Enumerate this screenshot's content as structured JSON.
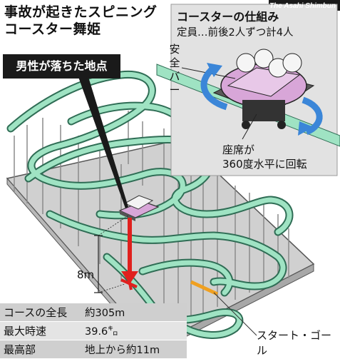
{
  "title": {
    "line1": "事故が起きたスピニング",
    "line2": "コースター舞姫"
  },
  "credit": "The Asahi Shimbun",
  "callout": "男性が落ちた地点",
  "inset": {
    "title": "コースターの仕組み",
    "subtitle": "定員…前後2人ずつ計4人",
    "bar_label": "安全バー",
    "rotation_line1": "座席が",
    "rotation_line2": "360度水平に回転"
  },
  "height_label": "8m",
  "start_label": "スタート・ゴール",
  "stats": [
    {
      "label": "コースの全長",
      "value": "約305m"
    },
    {
      "label": "最大時速",
      "value": "39.6㌔"
    },
    {
      "label": "最高部",
      "value": "地上から約11m"
    }
  ],
  "colors": {
    "track": "#9fe3c3",
    "track_edge": "#2f6d55",
    "car": "#d8a6d8",
    "arrow": "#3b86d8",
    "marker": "#e0201e"
  }
}
